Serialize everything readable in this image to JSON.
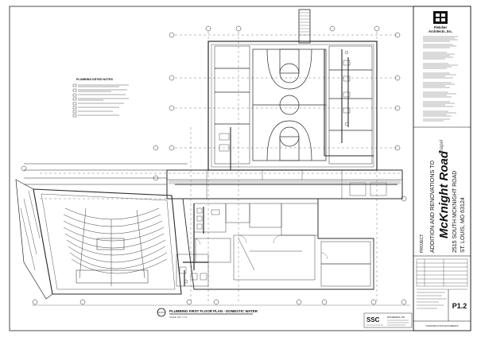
{
  "drawing": {
    "title": "PLUMBING FIRST FLOOR PLAN - DOMESTIC WATER",
    "scale": "SCALE: 1/8\" = 1'-0\"",
    "notes_title": "PLUMBING KEYED NOTES"
  },
  "firm": {
    "name_line1": "Fletcher",
    "name_line2": "Architects, Inc."
  },
  "project": {
    "label": "PROJECT:",
    "line1": "ADDITION AND RENOVATIONS TO",
    "line2": "McKnight Road",
    "line2_sub": "Chapel",
    "line3": "2515 SOUTH MCKNIGHT ROAD",
    "line4": "ST. LOUIS, MO 63124"
  },
  "consultant": {
    "logo": "SSC",
    "line1": "ENGINEERING, INC."
  },
  "sheet": {
    "number": "P1.2",
    "footer": "CONSTRUCTION DOCUMENTS"
  },
  "colors": {
    "ink": "#1a1a1a",
    "paper": "#ffffff",
    "shade": "#9a9a9a"
  }
}
